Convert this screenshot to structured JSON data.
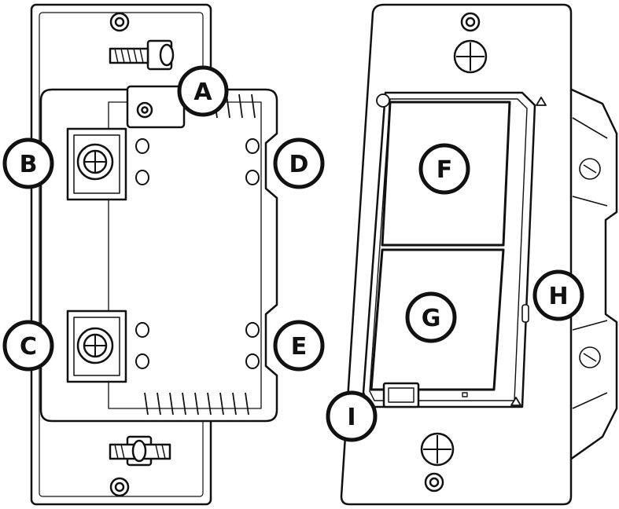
{
  "callouts": {
    "a": "A",
    "b": "B",
    "c": "C",
    "d": "D",
    "e": "E",
    "f": "F",
    "g": "G",
    "h": "H",
    "i": "I"
  }
}
